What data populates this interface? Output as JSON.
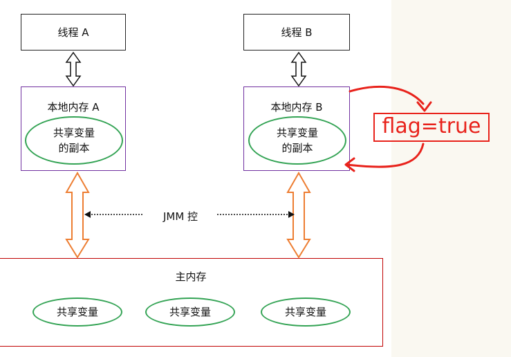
{
  "threads": [
    {
      "label": "线程 A"
    },
    {
      "label": "线程 B"
    }
  ],
  "local_memories": [
    {
      "title": "本地内存 A",
      "copy_line1": "共享变量",
      "copy_line2": "的副本"
    },
    {
      "title": "本地内存 B",
      "copy_line1": "共享变量",
      "copy_line2": "的副本"
    }
  ],
  "jmm_label": "JMM 控",
  "main_memory": {
    "title": "主内存",
    "variables": [
      "共享变量",
      "共享变量",
      "共享变量"
    ]
  },
  "annotation": {
    "text": "flag=true"
  },
  "colors": {
    "thread_border": "#222222",
    "local_border": "#7030a0",
    "ellipse_border": "#33a354",
    "main_border": "#c00000",
    "arrow_orange": "#ed7d31",
    "annotation_red": "#e8221b"
  }
}
